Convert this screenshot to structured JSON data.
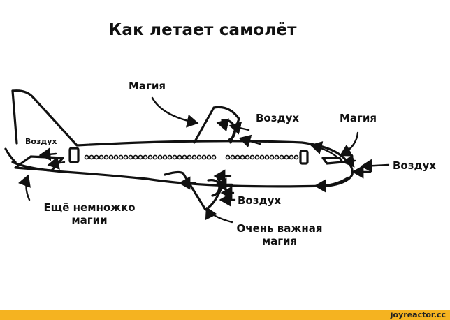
{
  "title": "Как летает самолёт",
  "labels": {
    "magic_top": "Магия",
    "air_wing_top": "Воздух",
    "magic_nose": "Магия",
    "air_nose": "Воздух",
    "air_tail": "Воздух",
    "more_magic_line1": "Ещё немножко",
    "more_magic_line2": "магии",
    "air_wing_bottom": "Воздух",
    "important_magic_line1": "Очень важная",
    "important_magic_line2": "магия"
  },
  "watermark": "joyreactor.cc",
  "colors": {
    "footer": "#f5b320",
    "ink": "#111111"
  }
}
